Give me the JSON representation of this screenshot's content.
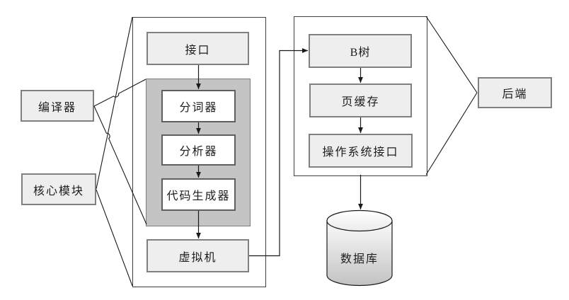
{
  "diagram": {
    "nodes": {
      "compiler": {
        "label": "编译器"
      },
      "core_module": {
        "label": "核心模块"
      },
      "interface": {
        "label": "接口"
      },
      "tokenizer": {
        "label": "分词器"
      },
      "parser": {
        "label": "分析器"
      },
      "code_generator": {
        "label": "代码生成器"
      },
      "virtual_machine": {
        "label": "虚拟机"
      },
      "btree": {
        "label": "B树"
      },
      "page_cache": {
        "label": "页缓存"
      },
      "os_interface": {
        "label": "操作系统接口"
      },
      "backend": {
        "label": "后端"
      },
      "database": {
        "label": "数据库"
      }
    },
    "edges": [
      {
        "from": "接口",
        "to": "分词器"
      },
      {
        "from": "分词器",
        "to": "分析器"
      },
      {
        "from": "分析器",
        "to": "代码生成器"
      },
      {
        "from": "代码生成器",
        "to": "虚拟机"
      },
      {
        "from": "虚拟机",
        "to": "B树"
      },
      {
        "from": "B树",
        "to": "页缓存"
      },
      {
        "from": "页缓存",
        "to": "操作系统接口"
      },
      {
        "from": "操作系统接口",
        "to": "数据库"
      }
    ],
    "groups": [
      {
        "label": "编译器",
        "contains": [
          "分词器",
          "分析器",
          "代码生成器"
        ]
      },
      {
        "label": "核心模块",
        "contains": [
          "接口",
          "分词器",
          "分析器",
          "代码生成器",
          "虚拟机"
        ]
      },
      {
        "label": "后端",
        "contains": [
          "B树",
          "页缓存",
          "操作系统接口"
        ]
      }
    ],
    "colors": {
      "background": "#ffffff",
      "box_fill": "#eeeeee",
      "box_border": "#808080",
      "inner_box_fill": "#ffffff",
      "group_fill": "#c4c4c4",
      "container_border": "#3f3f3f",
      "line": "#1a1a1a"
    }
  }
}
